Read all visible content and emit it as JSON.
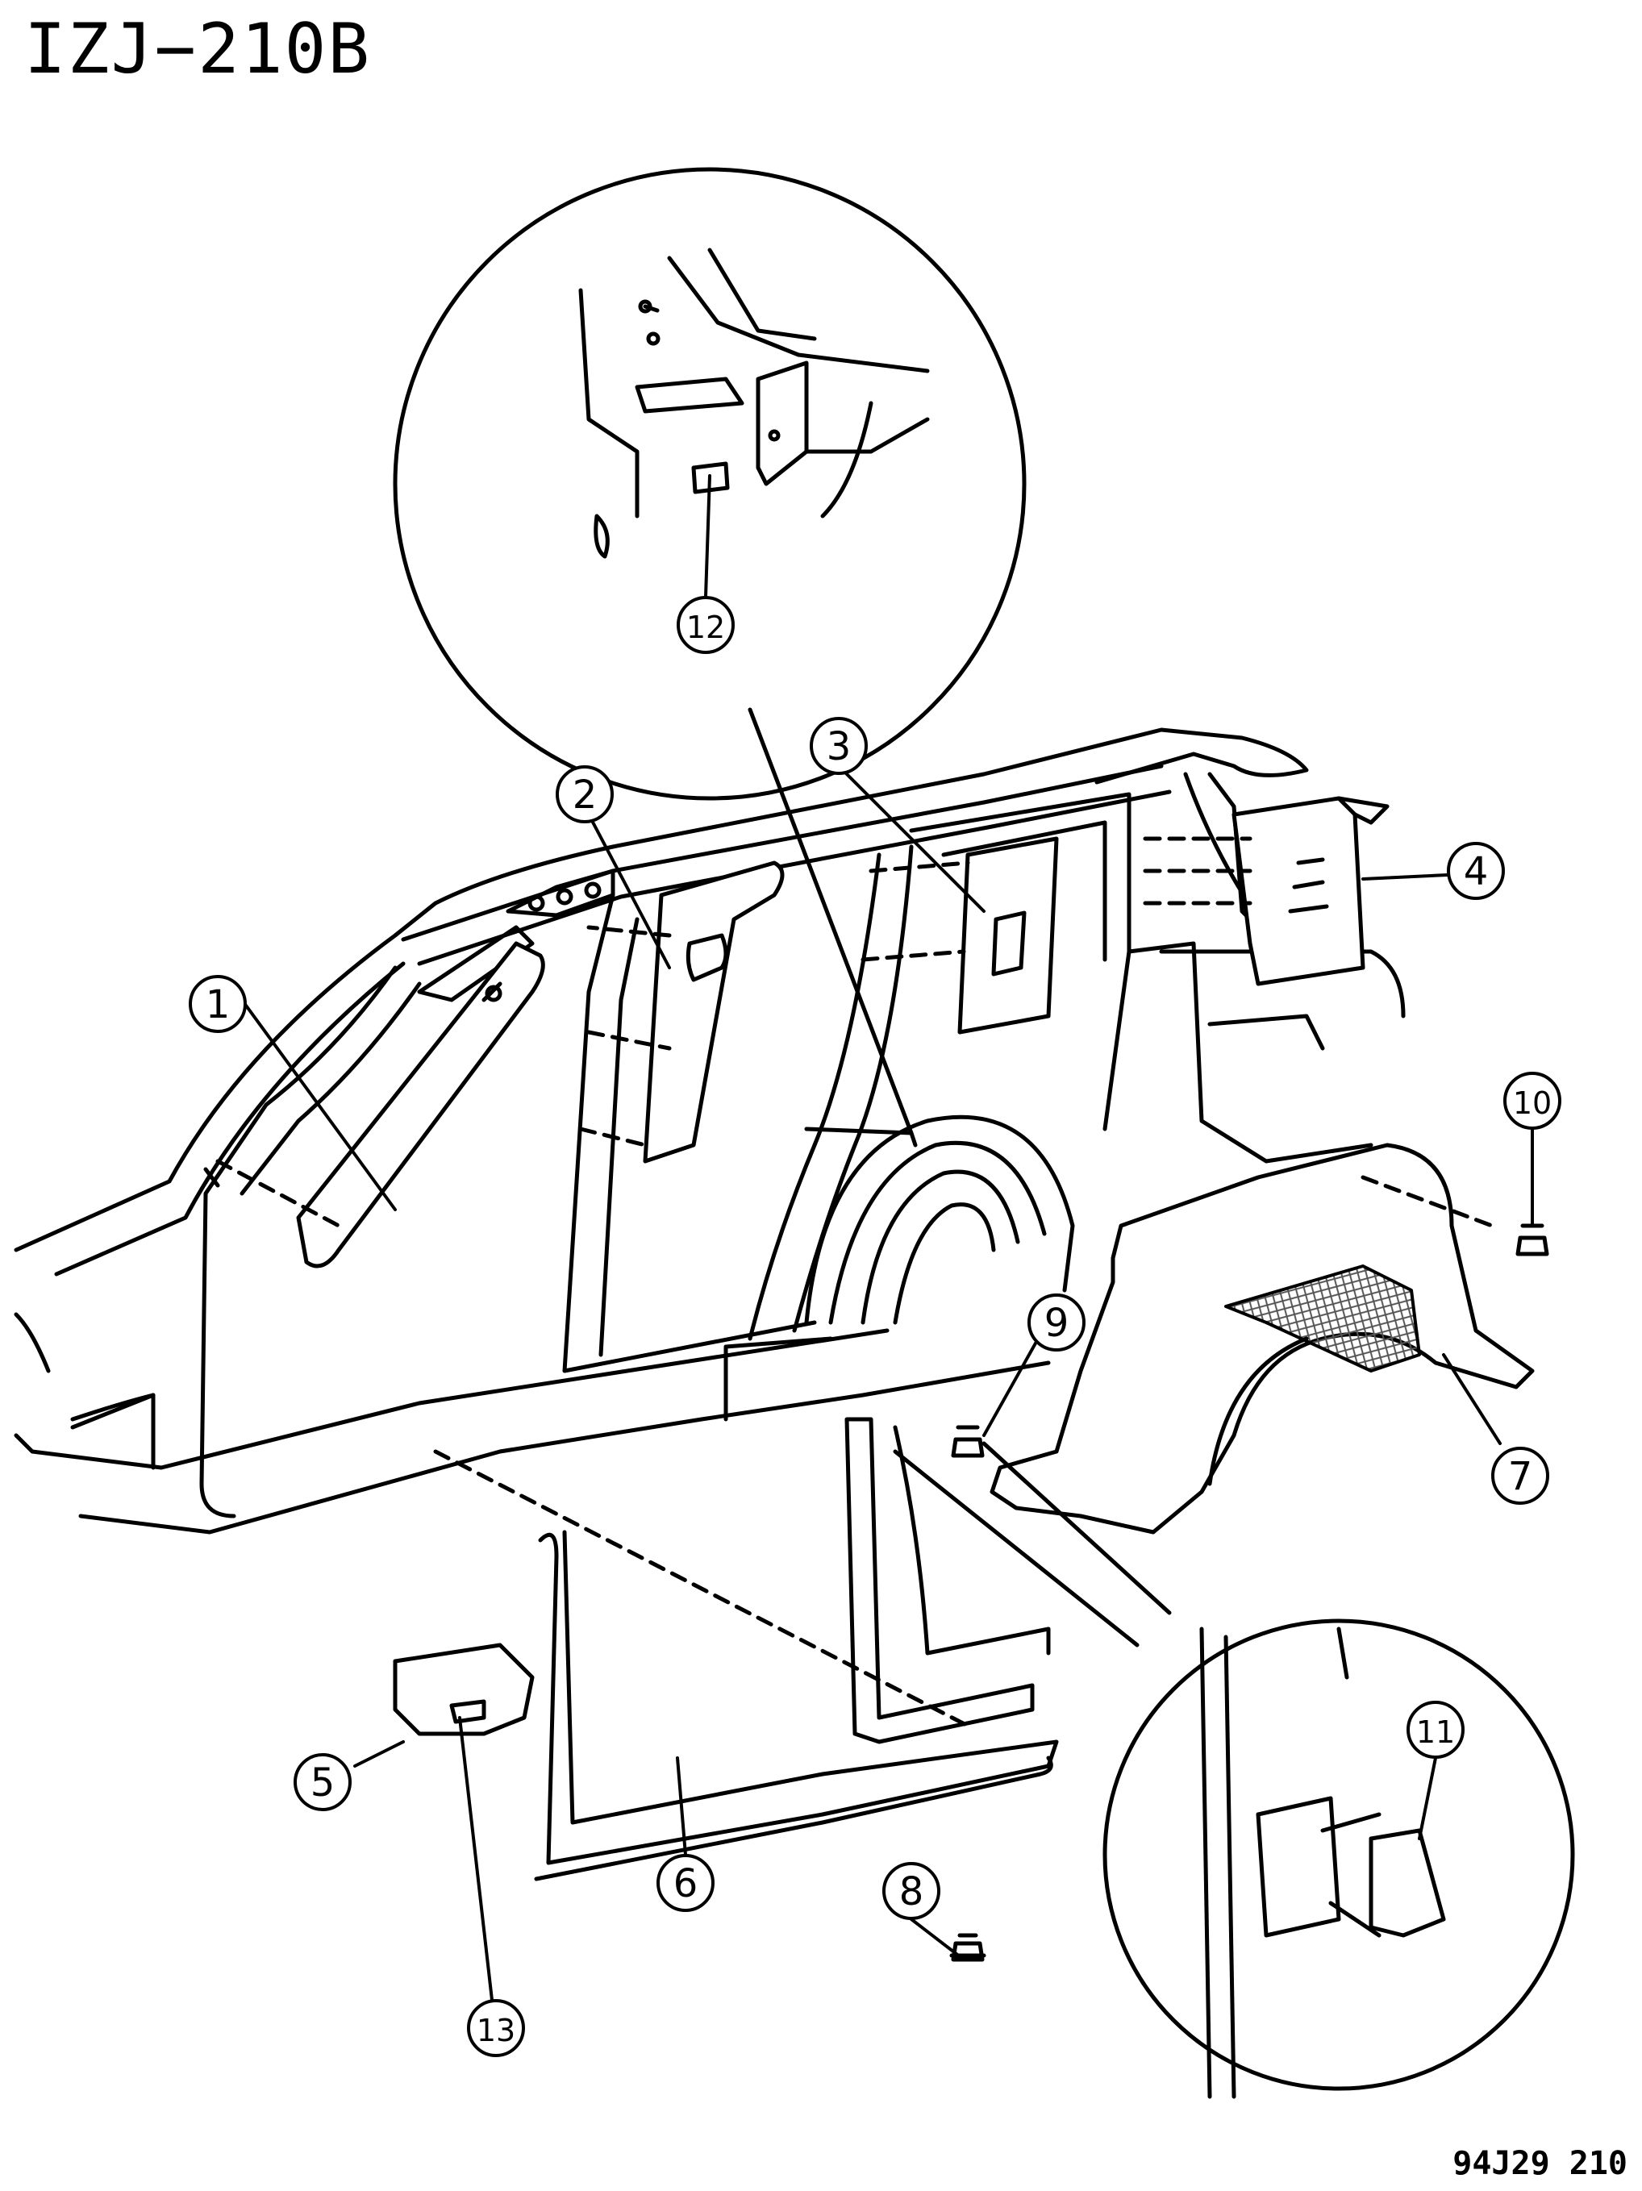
{
  "header": {
    "diagram_code": "IZJ−210B",
    "drawing_number": "94J29 210"
  },
  "callouts": [
    {
      "id": "1",
      "label": "1"
    },
    {
      "id": "2",
      "label": "2"
    },
    {
      "id": "3",
      "label": "3"
    },
    {
      "id": "4",
      "label": "4"
    },
    {
      "id": "5",
      "label": "5"
    },
    {
      "id": "6",
      "label": "6"
    },
    {
      "id": "7",
      "label": "7"
    },
    {
      "id": "8",
      "label": "8"
    },
    {
      "id": "9",
      "label": "9"
    },
    {
      "id": "10",
      "label": "10"
    },
    {
      "id": "11",
      "label": "11"
    },
    {
      "id": "12",
      "label": "12"
    },
    {
      "id": "13",
      "label": "13"
    }
  ],
  "colors": {
    "ink": "#000000",
    "paper": "#ffffff",
    "mesh": "#555555"
  }
}
